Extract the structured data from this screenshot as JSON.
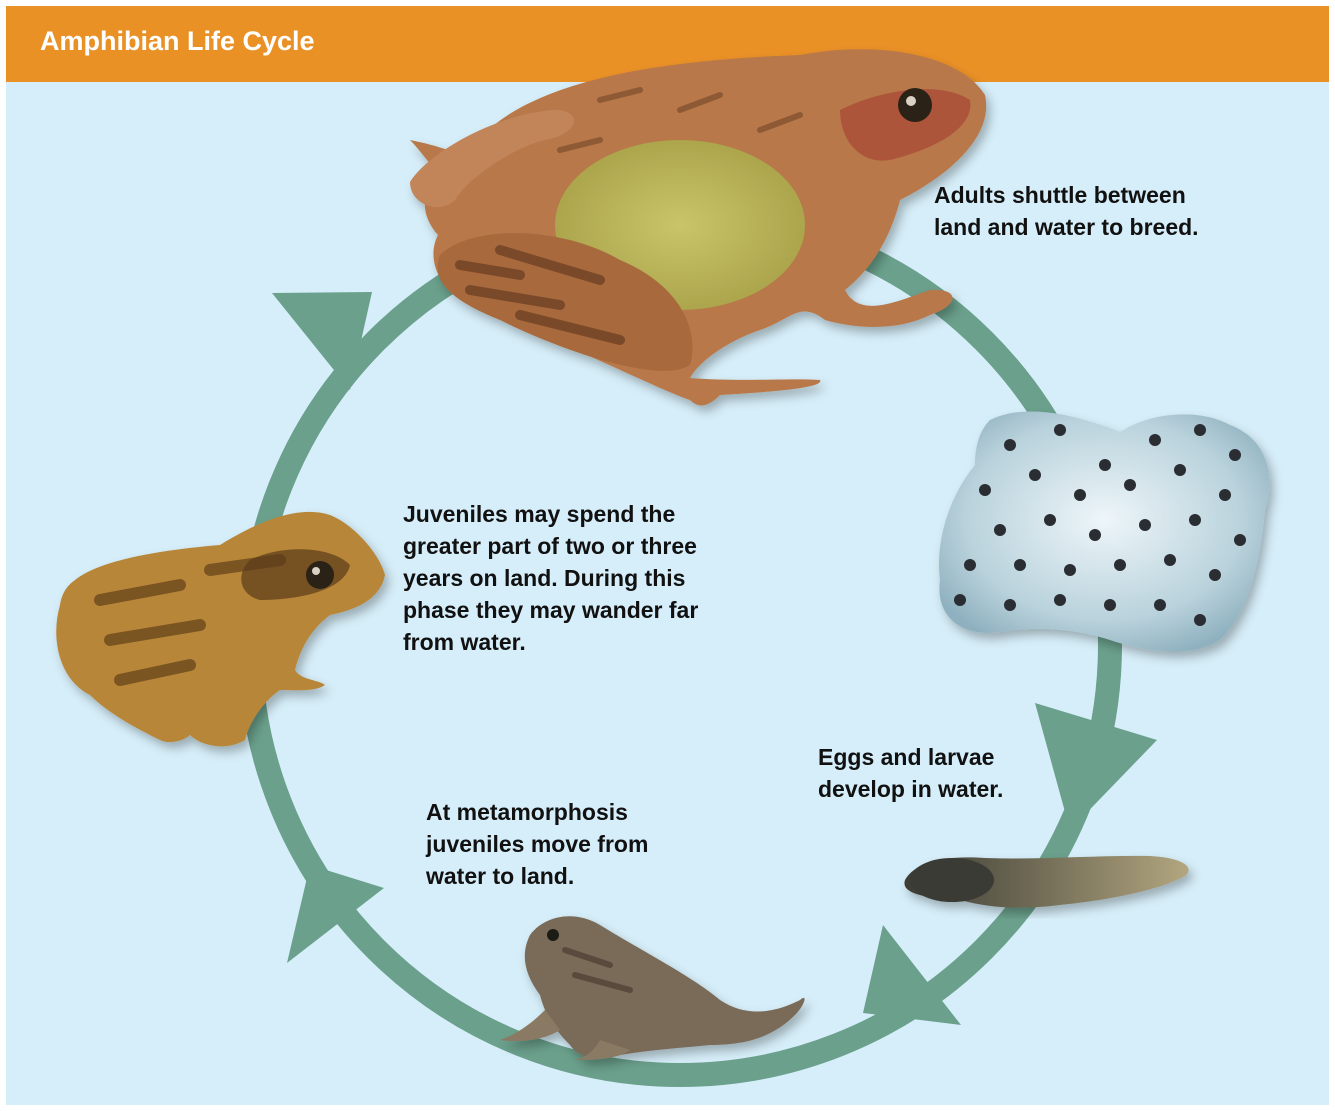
{
  "header": {
    "title": "Amphibian Life Cycle"
  },
  "colors": {
    "header_bg": "#ea9126",
    "panel_bg": "#d6eef9",
    "cycle_ring": "#6aa08c"
  },
  "stages": [
    {
      "id": "adult",
      "image": "adult-frog",
      "caption_lines": [
        "Adults shuttle between",
        "land and water to breed."
      ]
    },
    {
      "id": "eggs",
      "image": "frog-spawn",
      "caption_lines": [
        "Eggs and larvae",
        "develop in water."
      ]
    },
    {
      "id": "larva",
      "image": "tadpole"
    },
    {
      "id": "metamorph",
      "image": "froglet-with-tail",
      "caption_lines": [
        "At metamorphosis",
        "juveniles move from",
        "water to land."
      ]
    },
    {
      "id": "juvenile",
      "image": "juvenile-frog",
      "caption_lines": [
        "Juveniles may spend the",
        "greater part of two or three",
        "years on land. During this",
        "phase they may wander far",
        "from water."
      ]
    }
  ]
}
